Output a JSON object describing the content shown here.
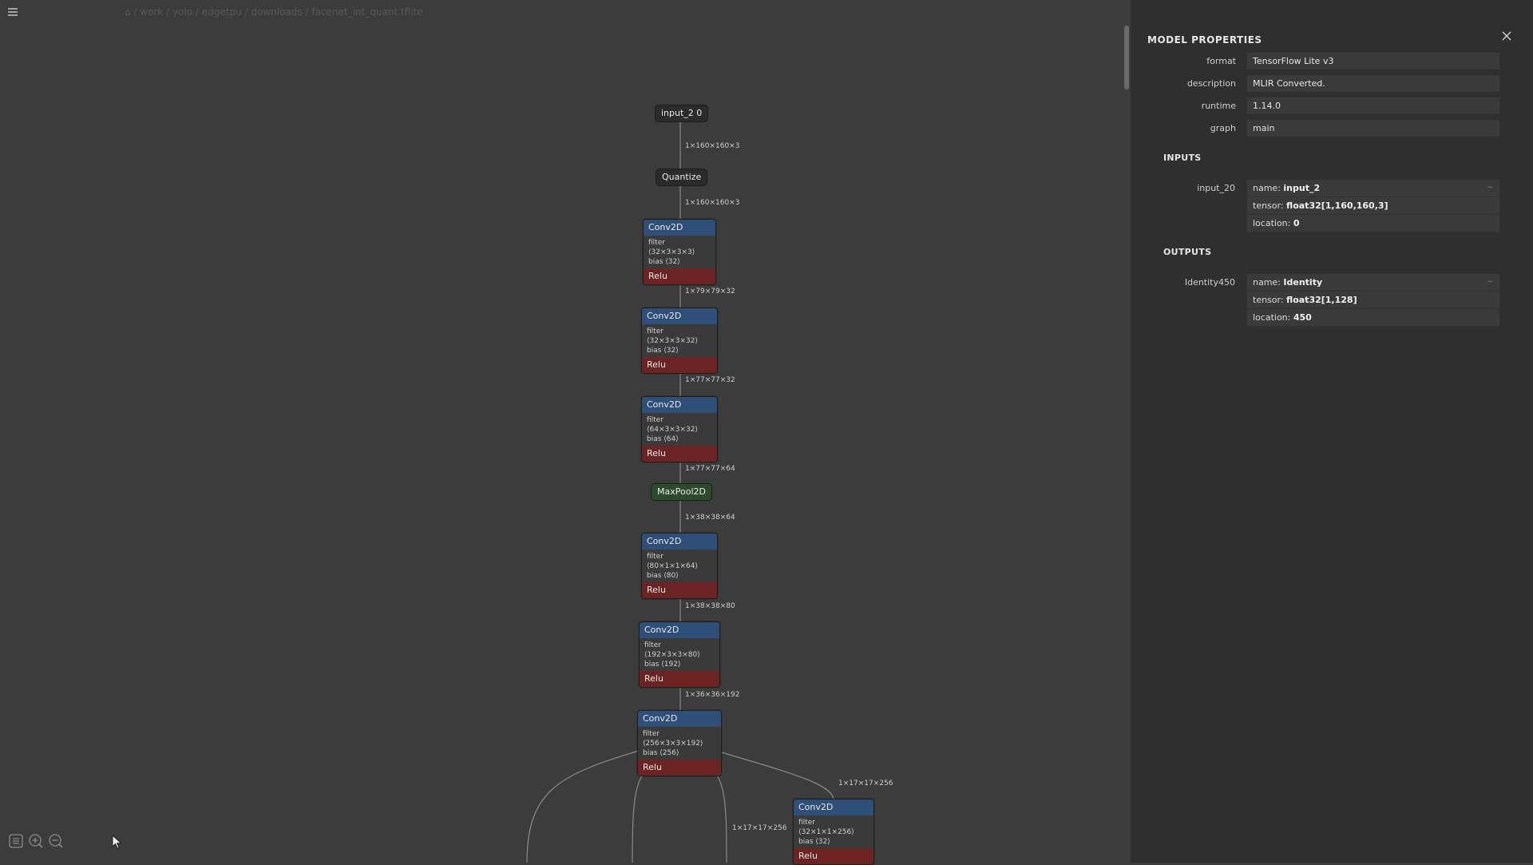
{
  "title_path": "⌂ / work / yolo / edgetpu / downloads / facenet_int_quant.tflite",
  "icons": {
    "menu": "hamburger-menu-icon",
    "toolbar": [
      "sidebar-toggle-icon",
      "zoom-in-icon",
      "zoom-out-icon"
    ],
    "close": "close-icon"
  },
  "graph": {
    "input_node": "input_2 0",
    "quantize_node": "Quantize",
    "maxpool_node": "MaxPool2D",
    "conv_nodes": [
      {
        "op": "Conv2D",
        "filter": "filter ⟨32×3×3×3⟩",
        "bias": "bias ⟨32⟩",
        "act": "Relu"
      },
      {
        "op": "Conv2D",
        "filter": "filter ⟨32×3×3×32⟩",
        "bias": "bias ⟨32⟩",
        "act": "Relu"
      },
      {
        "op": "Conv2D",
        "filter": "filter ⟨64×3×3×32⟩",
        "bias": "bias ⟨64⟩",
        "act": "Relu"
      },
      {
        "op": "Conv2D",
        "filter": "filter ⟨80×1×1×64⟩",
        "bias": "bias ⟨80⟩",
        "act": "Relu"
      },
      {
        "op": "Conv2D",
        "filter": "filter ⟨192×3×3×80⟩",
        "bias": "bias ⟨192⟩",
        "act": "Relu"
      },
      {
        "op": "Conv2D",
        "filter": "filter ⟨256×3×3×192⟩",
        "bias": "bias ⟨256⟩",
        "act": "Relu"
      },
      {
        "op": "Conv2D",
        "filter": "filter ⟨32×1×1×256⟩",
        "bias": "bias ⟨32⟩",
        "act": "Relu"
      }
    ],
    "edge_labels": [
      "1×160×160×3",
      "1×160×160×3",
      "1×79×79×32",
      "1×77×77×32",
      "1×77×77×64",
      "1×38×38×64",
      "1×38×38×80",
      "1×36×36×192",
      "1×17×17×256",
      "1×17×17×256"
    ]
  },
  "sidebar": {
    "title": "MODEL PROPERTIES",
    "properties": [
      {
        "key": "format",
        "value": "TensorFlow Lite v3"
      },
      {
        "key": "description",
        "value": "MLIR Converted."
      },
      {
        "key": "runtime",
        "value": "1.14.0"
      },
      {
        "key": "graph",
        "value": "main"
      }
    ],
    "inputs_header": "INPUTS",
    "input": {
      "key": "input_20",
      "name_label": "name: ",
      "name": "input_2",
      "tensor_label": "tensor: ",
      "tensor": "float32[1,160,160,3]",
      "location_label": "location: ",
      "location": "0"
    },
    "outputs_header": "OUTPUTS",
    "output": {
      "key": "Identity450",
      "name_label": "name: ",
      "name": "Identity",
      "tensor_label": "tensor: ",
      "tensor": "float32[1,128]",
      "location_label": "location: ",
      "location": "450"
    }
  }
}
